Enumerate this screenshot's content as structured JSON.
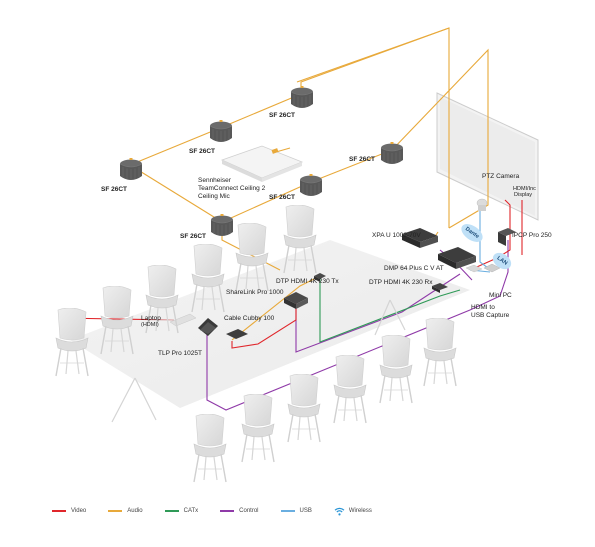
{
  "labels": {
    "sf_top": "SF 26CT",
    "sf_left_back": "SF 26CT",
    "sf_far_left": "SF 26CT",
    "sf_right_back": "SF 26CT",
    "sf_right_mid": "SF 26CT",
    "sf_front": "SF 26CT",
    "ceiling_mic_line1": "Sennheiser",
    "ceiling_mic_line2": "TeamConnect Ceiling 2",
    "ceiling_mic_line3": "Ceiling Mic",
    "xpa": "XPA U 1002-70V",
    "dmp": "DMP 64 Plus C V AT",
    "dtp_rx": "DTP HDMI 4K 230 Rx",
    "dtp_tx": "DTP HDMI 4K 230 Tx",
    "sharelink": "ShareLink Pro 1000",
    "cable_cubby": "Cable Cubby 100",
    "laptop": "Laptop",
    "laptop_sub": "(HDMI)",
    "tlp": "TLP Pro 1025T",
    "ptz_camera": "PTZ Camera",
    "display_line1": "HDMI/Inc",
    "display_line2": "Display",
    "ipcp": "IPCP Pro 250",
    "mini_pc": "Mini PC",
    "hdmi_usb_line1": "HDMI to",
    "hdmi_usb_line2": "USB Capture",
    "dante_bubble": "Dante",
    "lan_bubble": "LAN"
  },
  "legend": [
    {
      "label": "Video",
      "color": "#e0262b"
    },
    {
      "label": "Audio",
      "color": "#e8a93a"
    },
    {
      "label": "CATx",
      "color": "#2f9a57"
    },
    {
      "label": "Control",
      "color": "#8f3aa8"
    },
    {
      "label": "USB",
      "color": "#6aaee0"
    },
    {
      "label": "Wireless",
      "color": "#2a95d6",
      "icon": "wifi-icon"
    }
  ],
  "colors": {
    "video": "#e0262b",
    "audio": "#e8a93a",
    "catx": "#2f9a57",
    "control": "#8f3aa8",
    "usb": "#6aaee0",
    "speaker": "#555555",
    "chair": "#e2e2e2",
    "device": "#4a4a4a"
  }
}
